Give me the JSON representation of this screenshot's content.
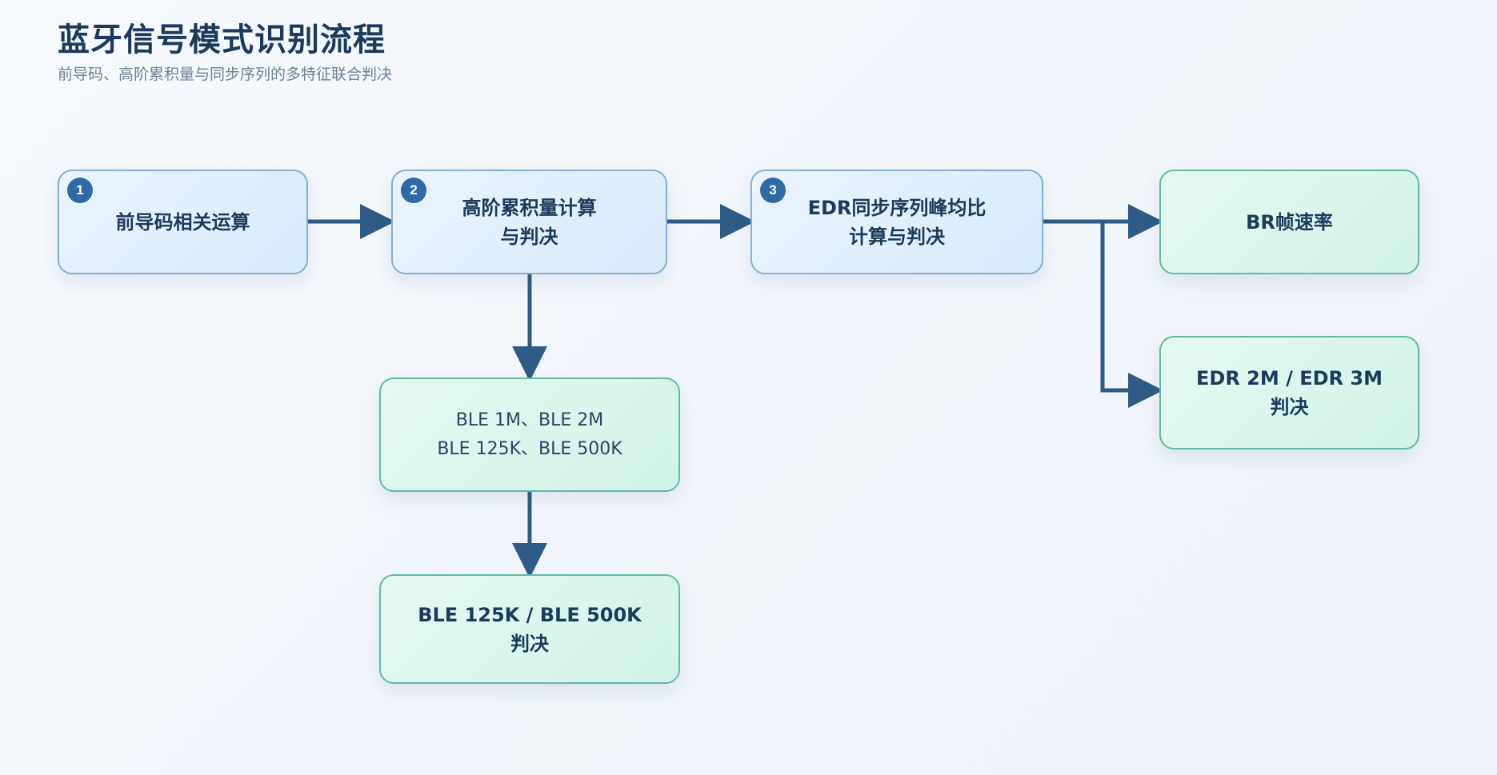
{
  "header": {
    "title": "蓝牙信号模式识别流程",
    "subtitle": "前导码、高阶累积量与同步序列的多特征联合判决"
  },
  "colors": {
    "process_node_fill": "#e2effc",
    "process_node_border": "#86afd3",
    "result_node_fill": "#dcf6ee",
    "result_node_border": "#61bc9f",
    "connector": "#2e5c86",
    "badge": "#2f6aa6",
    "title": "#1b3a5c"
  },
  "nodes": {
    "step1": {
      "badge": "1",
      "label": "前导码相关运算"
    },
    "step2": {
      "badge": "2",
      "label": "高阶累积量计算\n与判决"
    },
    "step3": {
      "badge": "3",
      "label": "EDR同步序列峰均比\n计算与判决"
    },
    "br_rate": {
      "label": "BR帧速率"
    },
    "edr_decision": {
      "label": "EDR 2M / EDR 3M\n判决"
    },
    "ble_modes": {
      "label": "BLE 1M、BLE 2M\nBLE 125K、BLE 500K"
    },
    "ble_coded_decision": {
      "label": "BLE 125K / BLE 500K\n判决"
    }
  }
}
